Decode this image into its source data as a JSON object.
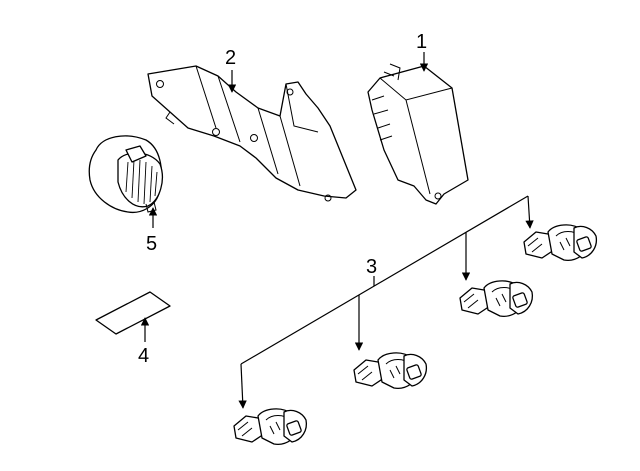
{
  "diagram": {
    "callouts": [
      {
        "id": "callout-1",
        "text": "1"
      },
      {
        "id": "callout-2",
        "text": "2"
      },
      {
        "id": "callout-3",
        "text": "3"
      },
      {
        "id": "callout-4",
        "text": "4"
      },
      {
        "id": "callout-5",
        "text": "5"
      }
    ]
  }
}
